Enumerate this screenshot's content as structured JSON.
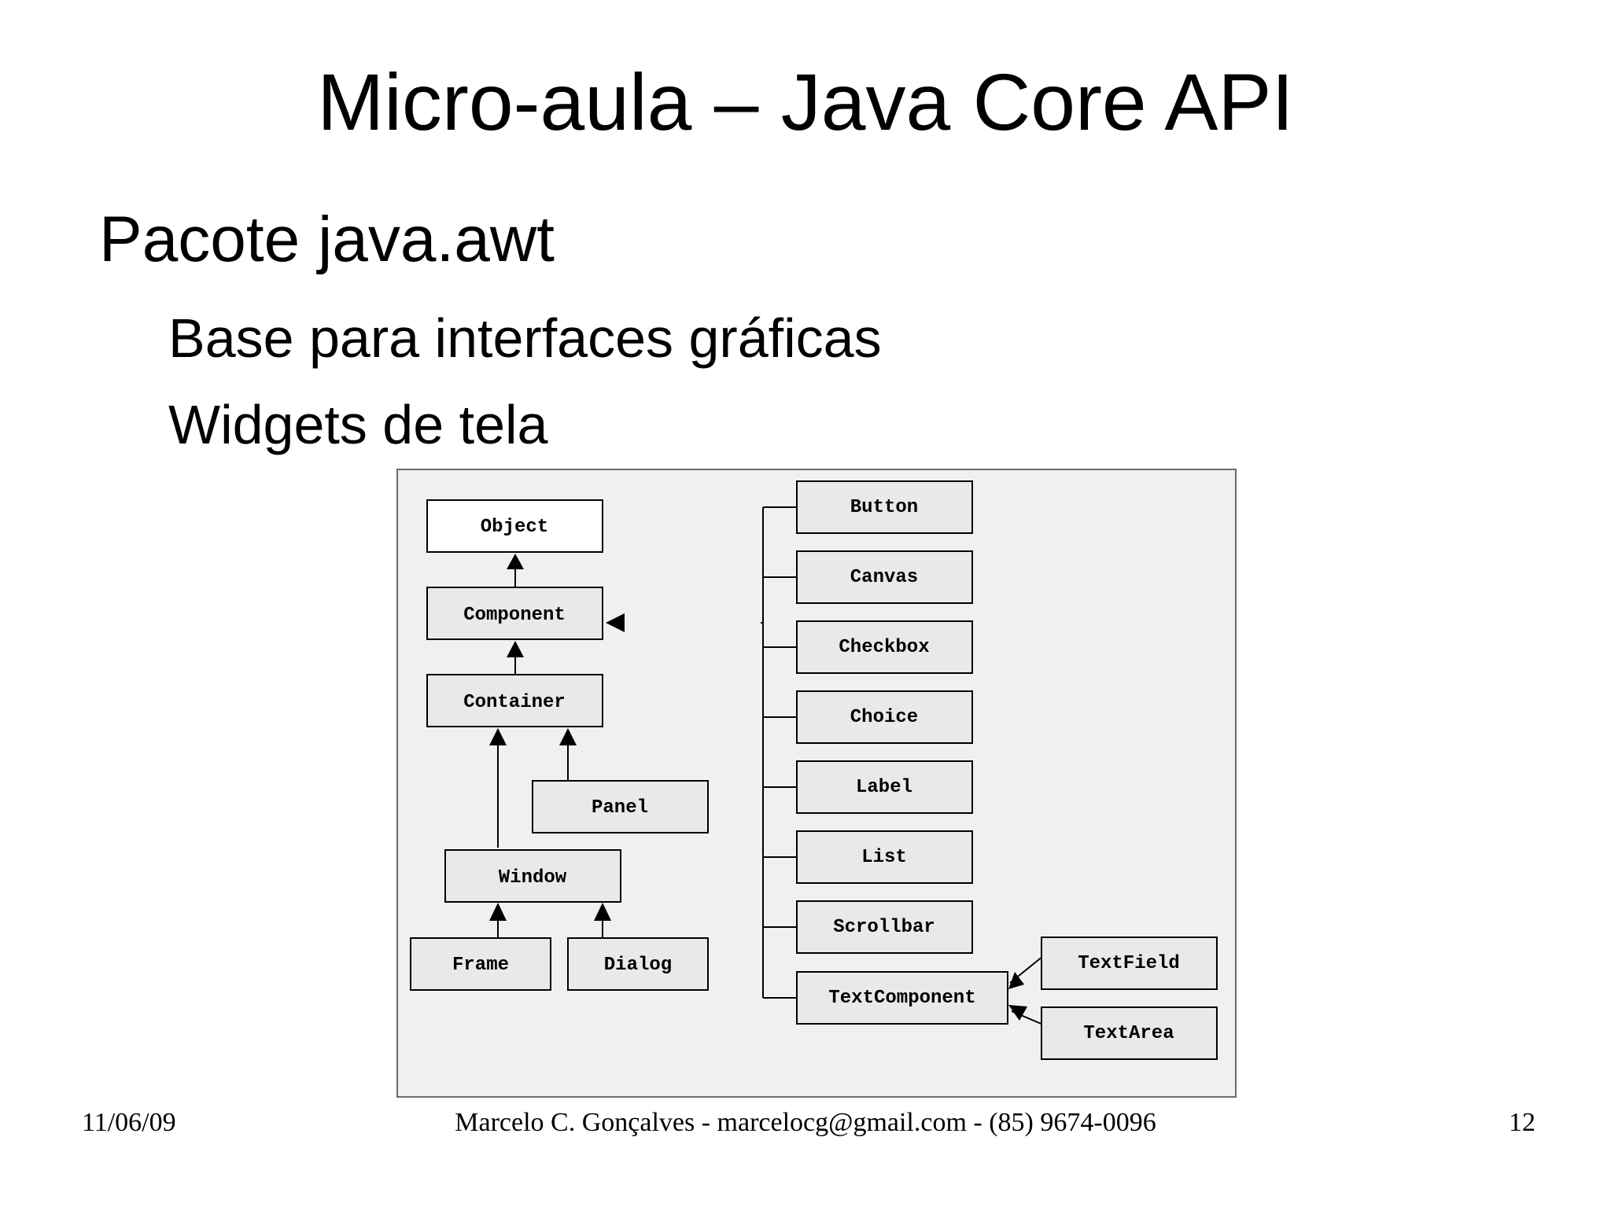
{
  "slide": {
    "title": "Micro-aula – Java Core API",
    "bullets": [
      {
        "level": 1,
        "text": "Pacote java.awt"
      },
      {
        "level": 2,
        "text": "Base para interfaces gráficas"
      },
      {
        "level": 2,
        "text": "Widgets de tela"
      }
    ],
    "footer": {
      "date": "11/06/09",
      "author": "Marcelo C. Gonçalves - marcelocg@gmail.com - (85) 9674-0096",
      "page": "12"
    }
  },
  "diagram": {
    "background_color": "#f0f0f0",
    "node_fill": "#e9e9e9",
    "root_fill": "#ffffff",
    "nodes": {
      "object": "Object",
      "component": "Component",
      "container": "Container",
      "panel": "Panel",
      "window": "Window",
      "frame": "Frame",
      "dialog": "Dialog",
      "button": "Button",
      "canvas": "Canvas",
      "checkbox": "Checkbox",
      "choice": "Choice",
      "label": "Label",
      "list": "List",
      "scrollbar": "Scrollbar",
      "textcomponent": "TextComponent",
      "textfield": "TextField",
      "textarea": "TextArea"
    }
  }
}
